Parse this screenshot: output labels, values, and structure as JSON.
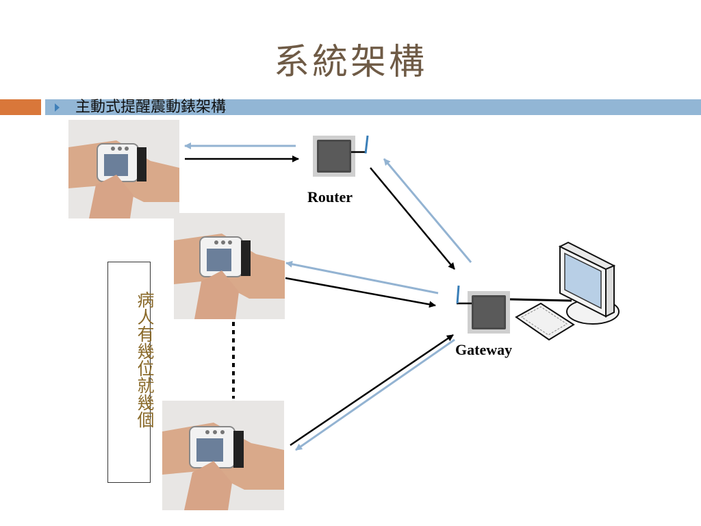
{
  "slide": {
    "title": "系統架構",
    "subtitle": "主動式提醒震動錶架構"
  },
  "diagram": {
    "router_label": "Router",
    "gateway_label": "Gateway",
    "note": "病人有幾位就幾個"
  },
  "colors": {
    "title_text": "#6f5b46",
    "accent_orange": "#d9773a",
    "accent_blue": "#92b6d5",
    "note_text": "#8a6a2a",
    "arrow_dark": "#000000",
    "arrow_light": "#93b3d2"
  },
  "icons": [
    "wristwatch-device-photo",
    "router-chip-icon",
    "gateway-chip-icon",
    "desktop-computer-icon",
    "antenna-icon"
  ]
}
